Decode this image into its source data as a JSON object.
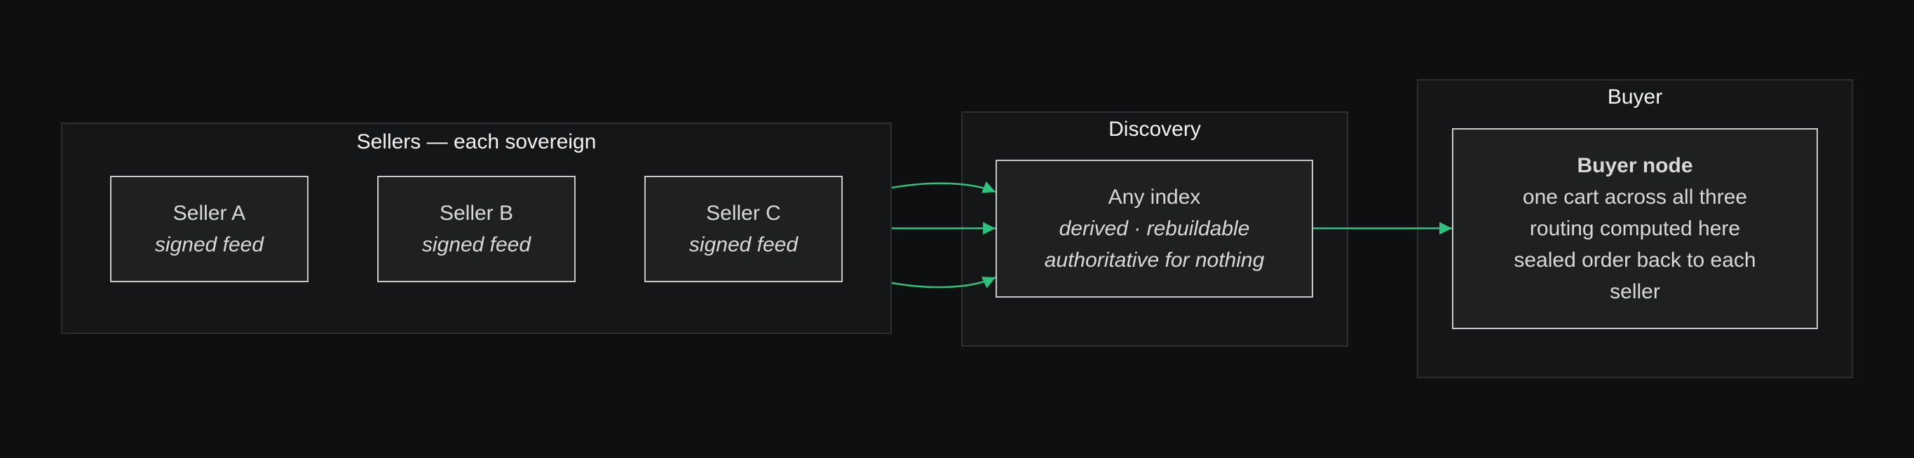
{
  "groups": {
    "sellers": {
      "title": "Sellers — each sovereign"
    },
    "discovery": {
      "title": "Discovery"
    },
    "buyer": {
      "title": "Buyer"
    }
  },
  "nodes": {
    "seller_a": {
      "title": "Seller A",
      "subtitle": "signed feed"
    },
    "seller_b": {
      "title": "Seller B",
      "subtitle": "signed feed"
    },
    "seller_c": {
      "title": "Seller C",
      "subtitle": "signed feed"
    },
    "index": {
      "title": "Any index",
      "subtitle_1": "derived · rebuildable",
      "subtitle_2": "authoritative for nothing"
    },
    "buyer_node": {
      "title": "Buyer node",
      "line_1": "one cart across all three",
      "line_2": "routing computed here",
      "line_3": "sealed order back to each",
      "line_4": "seller"
    }
  },
  "colors": {
    "edge": "#2ec27e",
    "background": "#0e0f11",
    "group_fill": "#151618",
    "node_fill": "#1f2120",
    "node_border": "#c9c9c9"
  }
}
